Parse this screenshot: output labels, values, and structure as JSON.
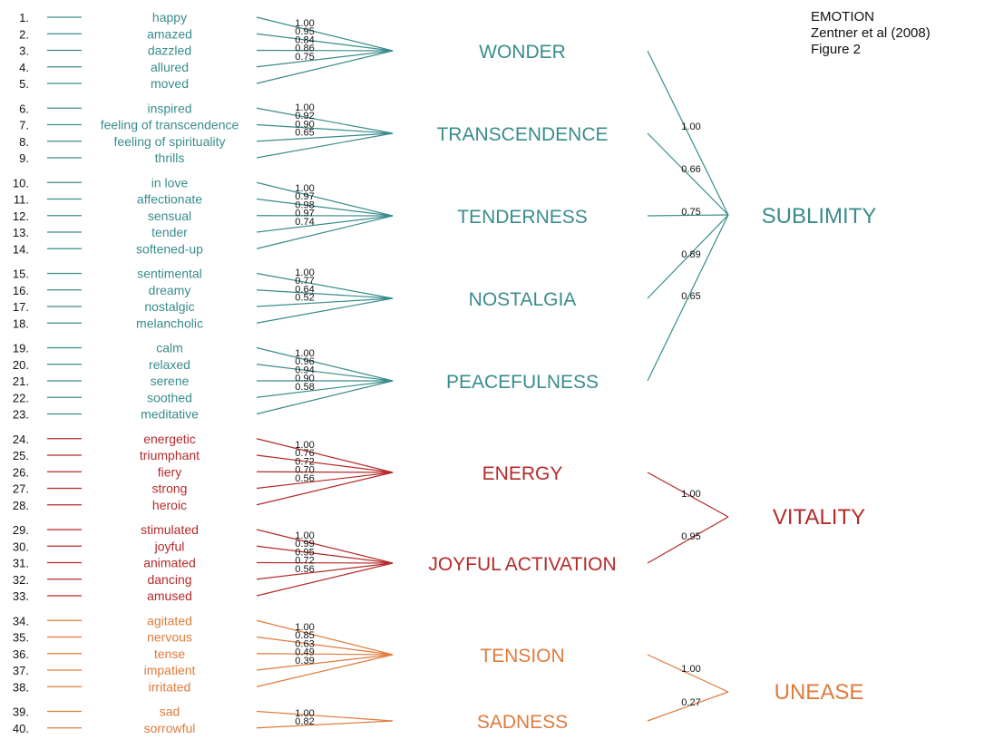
{
  "caption": {
    "line1": "EMOTION",
    "line2": "Zentner et al (2008)",
    "line3": "Figure 2"
  },
  "colors": {
    "sublimity": "#3a8c8c",
    "vitality": "#b52a2a",
    "unease": "#e07b3c",
    "loading_text": "#111111",
    "number_text": "#111111"
  },
  "factors": [
    {
      "id": "wonder",
      "label": "WONDER",
      "group": "sublimity",
      "items": [
        {
          "num": "1.",
          "label": "happy",
          "loading": "1.00"
        },
        {
          "num": "2.",
          "label": "amazed",
          "loading": "0.95"
        },
        {
          "num": "3.",
          "label": "dazzled",
          "loading": "0.84"
        },
        {
          "num": "4.",
          "label": "allured",
          "loading": "0.86"
        },
        {
          "num": "5.",
          "label": "moved",
          "loading": "0.75"
        }
      ]
    },
    {
      "id": "transcendence",
      "label": "TRANSCENDENCE",
      "group": "sublimity",
      "items": [
        {
          "num": "6.",
          "label": "inspired",
          "loading": "1.00"
        },
        {
          "num": "7.",
          "label": "feeling of transcendence",
          "loading": "0.92"
        },
        {
          "num": "8.",
          "label": "feeling of spirituality",
          "loading": "0.90"
        },
        {
          "num": "9.",
          "label": "thrills",
          "loading": "0.65"
        }
      ]
    },
    {
      "id": "tenderness",
      "label": "TENDERNESS",
      "group": "sublimity",
      "items": [
        {
          "num": "10.",
          "label": "in love",
          "loading": "1.00"
        },
        {
          "num": "11.",
          "label": "affectionate",
          "loading": "0.97"
        },
        {
          "num": "12.",
          "label": "sensual",
          "loading": "0.98"
        },
        {
          "num": "13.",
          "label": "tender",
          "loading": "0.97"
        },
        {
          "num": "14.",
          "label": "softened-up",
          "loading": "0.74"
        }
      ]
    },
    {
      "id": "nostalgia",
      "label": "NOSTALGIA",
      "group": "sublimity",
      "items": [
        {
          "num": "15.",
          "label": "sentimental",
          "loading": "1.00"
        },
        {
          "num": "16.",
          "label": "dreamy",
          "loading": "0.77"
        },
        {
          "num": "17.",
          "label": "nostalgic",
          "loading": "0.64"
        },
        {
          "num": "18.",
          "label": "melancholic",
          "loading": "0.52"
        }
      ]
    },
    {
      "id": "peacefulness",
      "label": "PEACEFULNESS",
      "group": "sublimity",
      "items": [
        {
          "num": "19.",
          "label": "calm",
          "loading": "1.00"
        },
        {
          "num": "20.",
          "label": "relaxed",
          "loading": "0.96"
        },
        {
          "num": "21.",
          "label": "serene",
          "loading": "0.94"
        },
        {
          "num": "22.",
          "label": "soothed",
          "loading": "0.90"
        },
        {
          "num": "23.",
          "label": "meditative",
          "loading": "0.58"
        }
      ]
    },
    {
      "id": "energy",
      "label": "ENERGY",
      "group": "vitality",
      "items": [
        {
          "num": "24.",
          "label": "energetic",
          "loading": "1.00"
        },
        {
          "num": "25.",
          "label": "triumphant",
          "loading": "0.76"
        },
        {
          "num": "26.",
          "label": "fiery",
          "loading": "0.72"
        },
        {
          "num": "27.",
          "label": "strong",
          "loading": "0.70"
        },
        {
          "num": "28.",
          "label": "heroic",
          "loading": "0.56"
        }
      ]
    },
    {
      "id": "joyful-activation",
      "label": "JOYFUL ACTIVATION",
      "group": "vitality",
      "items": [
        {
          "num": "29.",
          "label": "stimulated",
          "loading": "1.00"
        },
        {
          "num": "30.",
          "label": "joyful",
          "loading": "0.99"
        },
        {
          "num": "31.",
          "label": "animated",
          "loading": "0.95"
        },
        {
          "num": "32.",
          "label": "dancing",
          "loading": "0.72"
        },
        {
          "num": "33.",
          "label": "amused",
          "loading": "0.56"
        }
      ]
    },
    {
      "id": "tension",
      "label": "TENSION",
      "group": "unease",
      "items": [
        {
          "num": "34.",
          "label": "agitated",
          "loading": "1.00"
        },
        {
          "num": "35.",
          "label": "nervous",
          "loading": "0.85"
        },
        {
          "num": "36.",
          "label": "tense",
          "loading": "0.63"
        },
        {
          "num": "37.",
          "label": "impatient",
          "loading": "0.49"
        },
        {
          "num": "38.",
          "label": "irritated",
          "loading": "0.39"
        }
      ]
    },
    {
      "id": "sadness",
      "label": "SADNESS",
      "group": "unease",
      "items": [
        {
          "num": "39.",
          "label": "sad",
          "loading": "1.00"
        },
        {
          "num": "40.",
          "label": "sorrowful",
          "loading": "0.82"
        }
      ]
    }
  ],
  "higher_order": [
    {
      "id": "sublimity",
      "label": "SUBLIMITY",
      "group": "sublimity",
      "links": [
        {
          "factor": "wonder",
          "loading": "1.00"
        },
        {
          "factor": "transcendence",
          "loading": "0.66"
        },
        {
          "factor": "tenderness",
          "loading": "0.75"
        },
        {
          "factor": "nostalgia",
          "loading": "0.89"
        },
        {
          "factor": "peacefulness",
          "loading": "0.65"
        }
      ]
    },
    {
      "id": "vitality",
      "label": "VITALITY",
      "group": "vitality",
      "links": [
        {
          "factor": "energy",
          "loading": "1.00"
        },
        {
          "factor": "joyful-activation",
          "loading": "0.95"
        }
      ]
    },
    {
      "id": "unease",
      "label": "UNEASE",
      "group": "unease",
      "links": [
        {
          "factor": "tension",
          "loading": "1.00"
        },
        {
          "factor": "sadness",
          "loading": "0.27"
        }
      ]
    }
  ]
}
